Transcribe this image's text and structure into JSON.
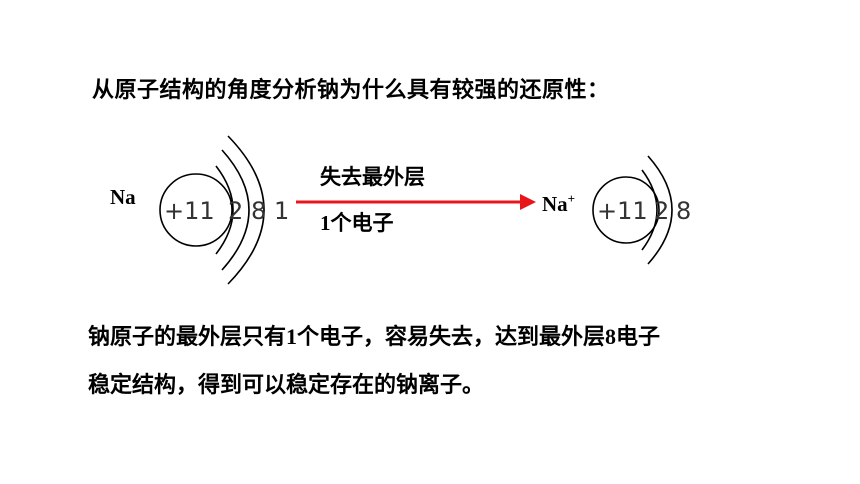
{
  "question": "从原子结构的角度分析钠为什么具有较强的还原性：",
  "diagram": {
    "left_atom": {
      "symbol": "Na",
      "nucleus": "+11",
      "shells": [
        "2",
        "8",
        "1"
      ]
    },
    "arrow": {
      "label_top": "失去最外层",
      "label_bottom_num": "1",
      "label_bottom_text": "个电子",
      "color": "#e8161b"
    },
    "right_ion": {
      "symbol": "Na",
      "charge": "+",
      "nucleus": "+11",
      "shells": [
        "2",
        "8"
      ]
    }
  },
  "explanation": {
    "line1_a": "钠原子的最外层只有",
    "line1_num1": "1",
    "line1_b": "个电子，容易失去，达到最外层",
    "line1_num2": "8",
    "line1_c": "电子",
    "line2": "稳定结构，得到可以稳定存在的钠离子。"
  }
}
